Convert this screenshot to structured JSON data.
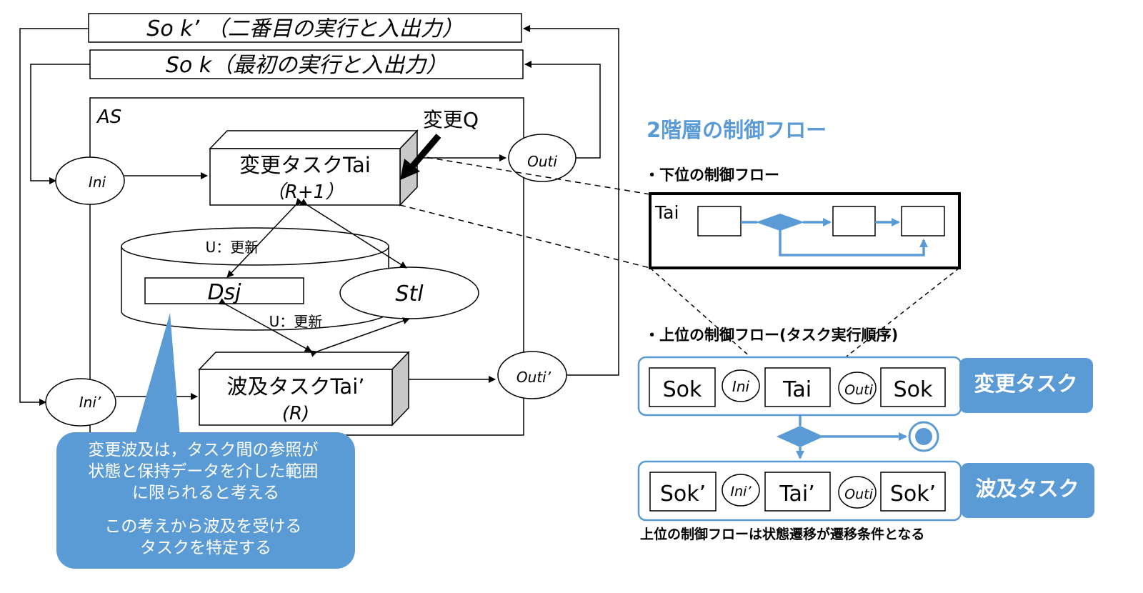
{
  "colors": {
    "accent": "#5b9bd5",
    "line": "#000000",
    "label_box": "#5b9bd5",
    "heading": "#5b9bd5"
  },
  "left": {
    "so_k_prime": "So k’ （二番目の実行と入出力）",
    "so_k": "So k（最初の実行と入出力）",
    "as_label": "AS",
    "change_q": "変更Q",
    "change_task_line1": "変更タスクTai",
    "change_task_line2": "（R+1）",
    "ini": "Ini",
    "outi": "Outi",
    "u_update_1": "U：更新",
    "u_update_2": "U：更新",
    "dsj": "Dsj",
    "stl": "Stl",
    "ripple_task_line1": "波及タスクTai’",
    "ripple_task_line2": "(R)",
    "ini_prime": "Ini’",
    "outi_prime": "Outi’",
    "callout_lines_1": [
      "変更波及は，タスク間の参照が",
      "状態と保持データを介した範囲",
      "に限られると考える"
    ],
    "callout_lines_2": [
      "この考えから波及を受ける",
      "タスクを特定する"
    ]
  },
  "right": {
    "heading": "2階層の制御フロー",
    "lower_label": "・下位の制御フロー",
    "lower_box_label": "Tai",
    "upper_label": "・上位の制御フロー(タスク実行順序)",
    "row1": {
      "sok_a": "Sok",
      "ini": "Ini",
      "tai": "Tai",
      "outi": "Outi",
      "sok_b": "Sok",
      "tag": "変更タスク"
    },
    "row2": {
      "sok_a": "Sok’",
      "ini": "Ini’",
      "tai": "Tai’",
      "outi": "Outi",
      "sok_b": "Sok’",
      "tag": "波及タスク"
    },
    "footer": "上位の制御フローは状態遷移が遷移条件となる"
  }
}
